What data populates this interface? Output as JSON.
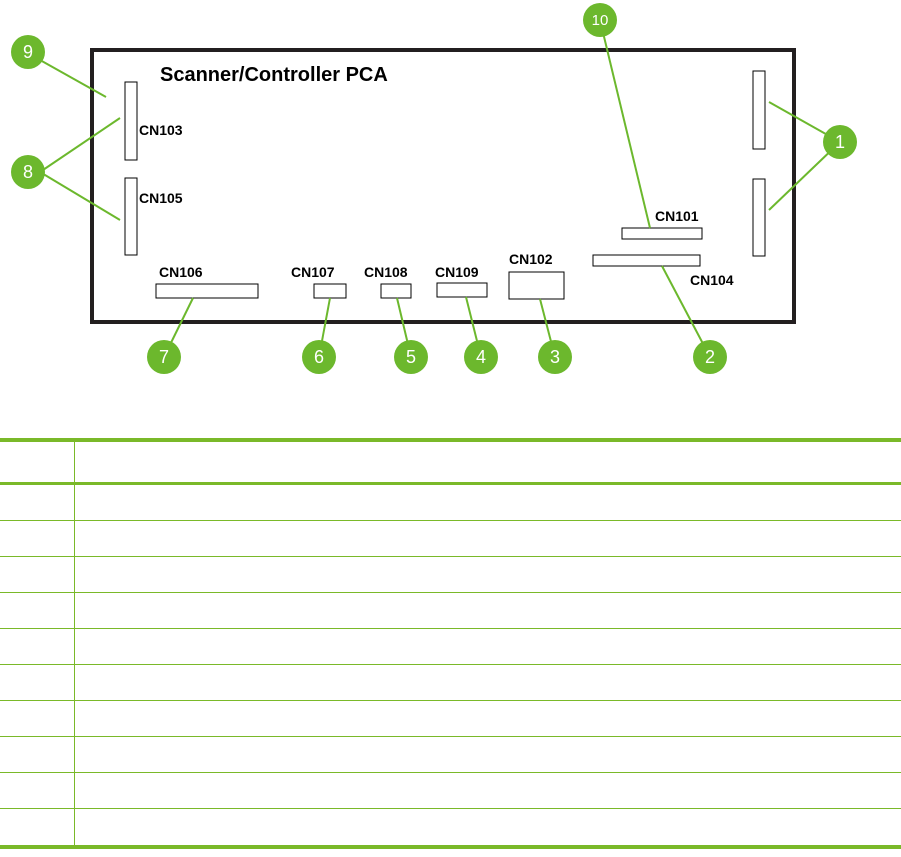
{
  "diagram": {
    "title": "Scanner/Controller PCA",
    "connectors": [
      {
        "id": "cn103",
        "label": "CN103"
      },
      {
        "id": "cn105",
        "label": "CN105"
      },
      {
        "id": "cn106",
        "label": "CN106"
      },
      {
        "id": "cn107",
        "label": "CN107"
      },
      {
        "id": "cn108",
        "label": "CN108"
      },
      {
        "id": "cn109",
        "label": "CN109"
      },
      {
        "id": "cn102",
        "label": "CN102"
      },
      {
        "id": "cn101",
        "label": "CN101"
      },
      {
        "id": "cn104",
        "label": "CN104"
      }
    ],
    "callouts": [
      "1",
      "2",
      "3",
      "4",
      "5",
      "6",
      "7",
      "8",
      "9",
      "10"
    ],
    "colors": {
      "callout_fill": "#6cb82d",
      "leader_line": "#6cb82d",
      "board_outline": "#231f20",
      "table_rule": "#7ab929"
    }
  },
  "legend": {
    "header": {
      "item": "",
      "description": ""
    },
    "rows": [
      {
        "item": "",
        "description": ""
      },
      {
        "item": "",
        "description": ""
      },
      {
        "item": "",
        "description": ""
      },
      {
        "item": "",
        "description": ""
      },
      {
        "item": "",
        "description": ""
      },
      {
        "item": "",
        "description": ""
      },
      {
        "item": "",
        "description": ""
      },
      {
        "item": "",
        "description": ""
      },
      {
        "item": "",
        "description": ""
      },
      {
        "item": "",
        "description": ""
      }
    ]
  }
}
